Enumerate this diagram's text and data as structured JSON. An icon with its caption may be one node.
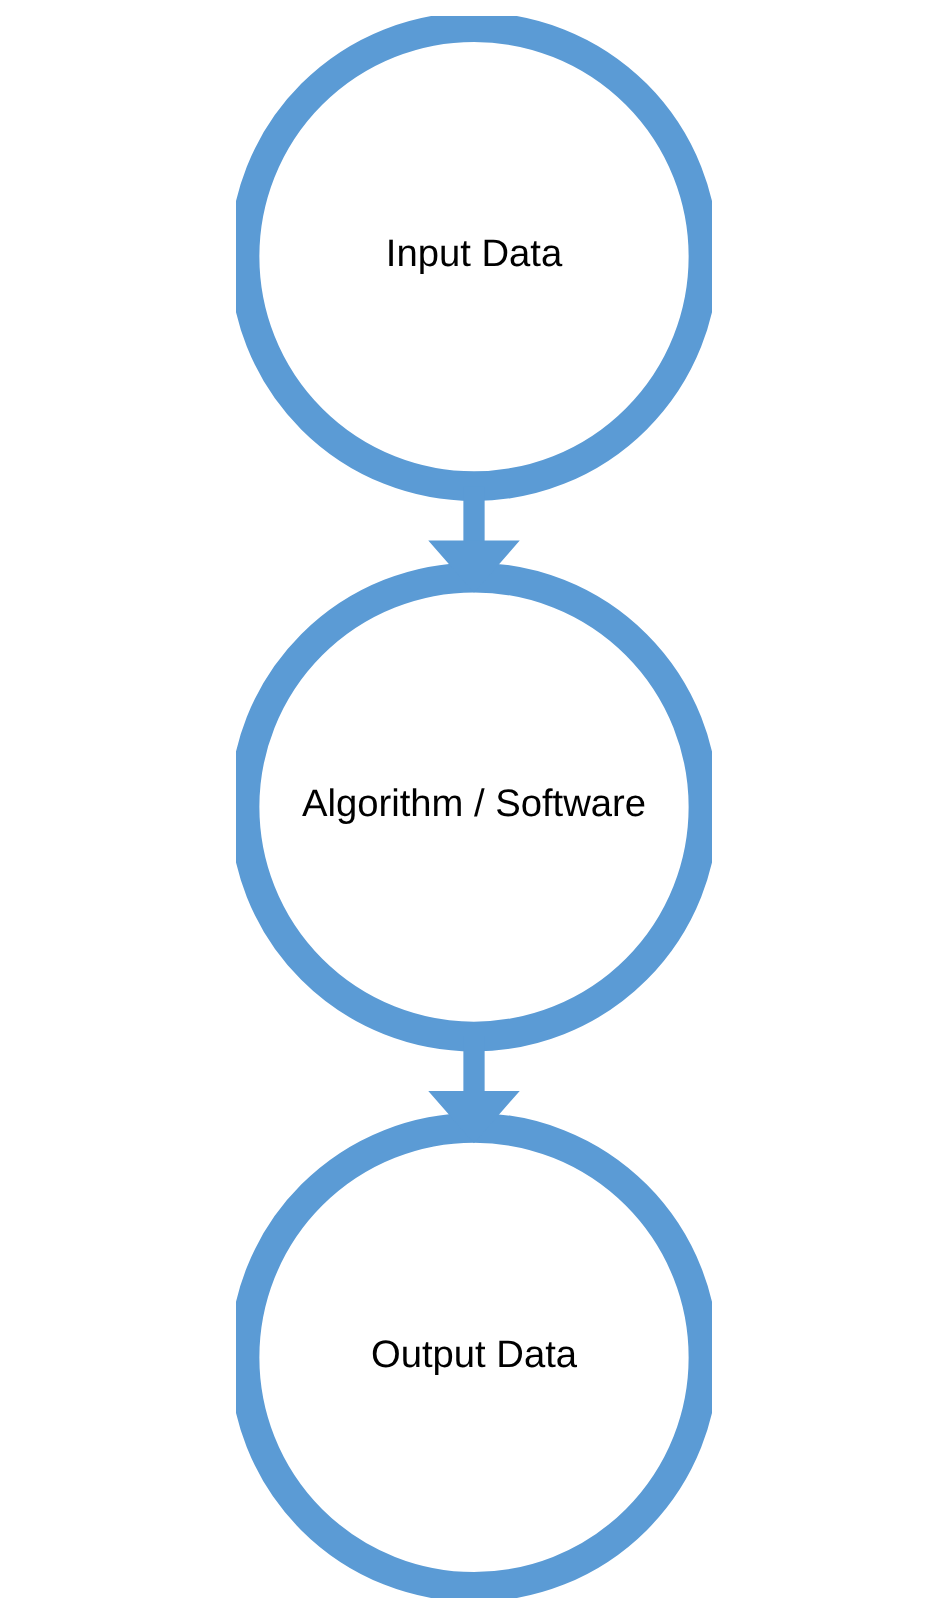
{
  "diagram": {
    "nodes": [
      {
        "text": [
          "Input Data"
        ]
      },
      {
        "text": [
          "Algorithm / Software"
        ]
      },
      {
        "text": [
          "Output Data"
        ]
      }
    ],
    "edges": [
      {
        "from": 0,
        "to": 1,
        "arrow": "to"
      },
      {
        "from": 1,
        "to": 2,
        "arrow": "to"
      }
    ]
  }
}
